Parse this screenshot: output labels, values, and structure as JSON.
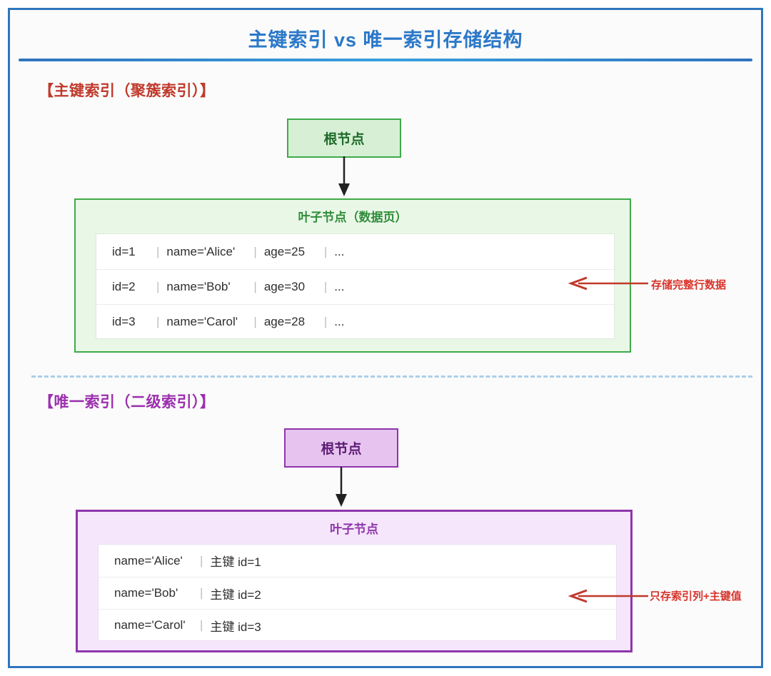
{
  "page": {
    "title": "主键索引 vs 唯一索引存储结构",
    "border_color": "#2f76bd",
    "title_color": "#2b78c8"
  },
  "sections": [
    {
      "header": "【主键索引（聚簇索引）】",
      "header_color": "#c0392b",
      "accent_color": "#3faa4a",
      "root_node_label": "根节点",
      "leaf_title": "叶子节点（数据页）",
      "annotation": "存储完整行数据",
      "rows": [
        {
          "id": "id=1",
          "name": "name='Alice'",
          "age": "age=25",
          "more": "..."
        },
        {
          "id": "id=2",
          "name": "name='Bob'",
          "age": "age=30",
          "more": "..."
        },
        {
          "id": "id=3",
          "name": "name='Carol'",
          "age": "age=28",
          "more": "..."
        }
      ]
    },
    {
      "header": "【唯一索引（二级索引）】",
      "header_color": "#9b2fae",
      "accent_color": "#8e35ab",
      "root_node_label": "根节点",
      "leaf_title": "叶子节点",
      "annotation": "只存索引列+主键值",
      "rows": [
        {
          "name": "name='Alice'",
          "pk": "主键 id=1"
        },
        {
          "name": "name='Bob'",
          "pk": "主键 id=2"
        },
        {
          "name": "name='Carol'",
          "pk": "主键 id=3"
        }
      ]
    }
  ],
  "symbols": {
    "separator": "|",
    "annotation_color": "#d9342b"
  }
}
